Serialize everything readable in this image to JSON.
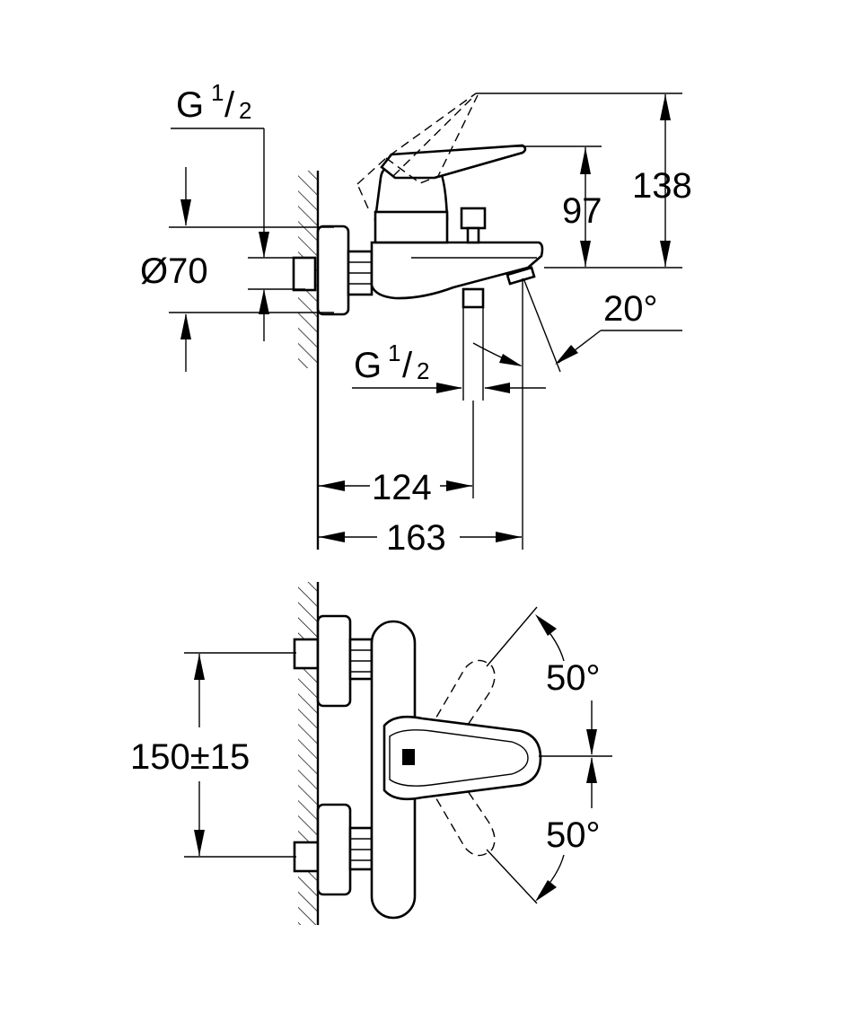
{
  "side_view": {
    "thread_top": {
      "main": "G",
      "num": "1",
      "slash": "/",
      "den": "2"
    },
    "thread_bottom": {
      "main": "G",
      "num": "1",
      "slash": "/",
      "den": "2"
    },
    "diameter": "Ø70",
    "height_97": "97",
    "height_138": "138",
    "angle_20": "20°",
    "depth_124": "124",
    "depth_163": "163"
  },
  "front_view": {
    "spacing": "150±15",
    "angle_upper": "50°",
    "angle_lower": "50°"
  }
}
